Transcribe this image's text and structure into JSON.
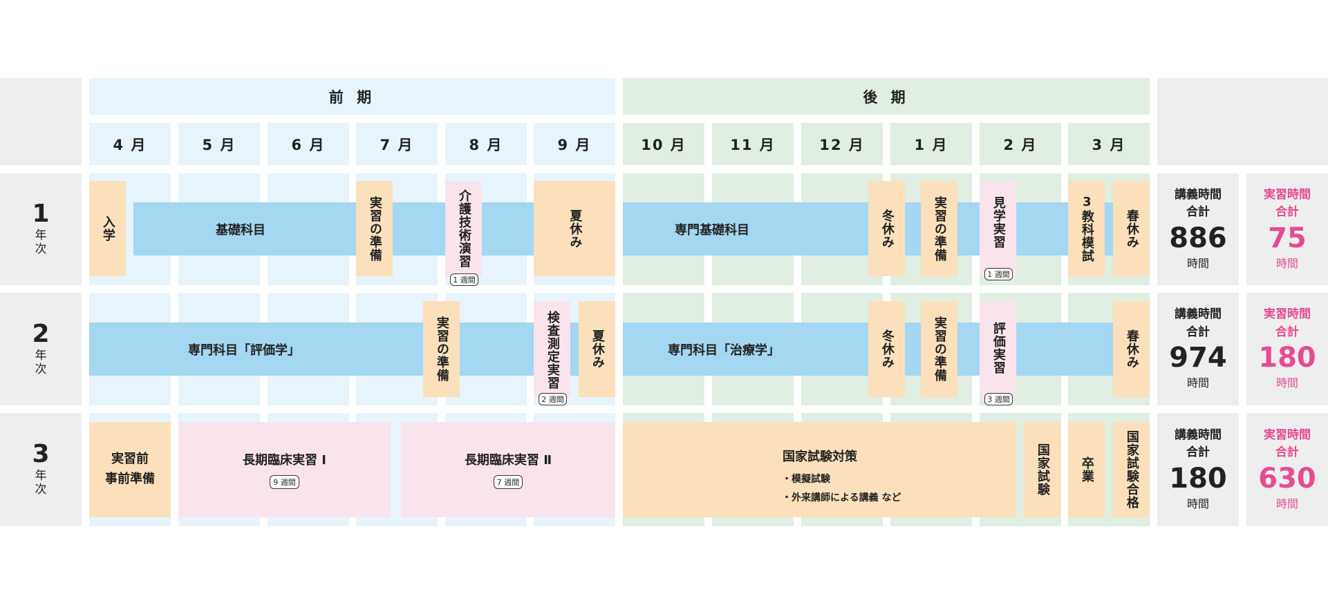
{
  "terms": {
    "first": "前 期",
    "second": "後 期"
  },
  "months": [
    "4 月",
    "5 月",
    "6 月",
    "7 月",
    "8 月",
    "9 月",
    "10 月",
    "11 月",
    "12 月",
    "1 月",
    "2 月",
    "3 月"
  ],
  "years": [
    {
      "num": "1",
      "suffix": "年\n次"
    },
    {
      "num": "2",
      "suffix": "年\n次"
    },
    {
      "num": "3",
      "suffix": "年\n次"
    }
  ],
  "row1": {
    "entrance": "入学",
    "basic_subjects": "基礎科目",
    "prep_practicum": "実習の準備",
    "care_technique": "介護技術演習",
    "care_technique_weeks": "1 週間",
    "summer_break": "夏休み",
    "specialized_basic": "専門基礎科目",
    "winter_break": "冬休み",
    "prep_practicum_2": "実習の準備",
    "observation": "見学実習",
    "observation_weeks": "1 週間",
    "mock_exam": "3教科模試",
    "spring_break": "春休み"
  },
  "row2": {
    "evaluation_subject": "専門科目「評価学」",
    "prep_practicum": "実習の準備",
    "measurement": "検査測定実習",
    "measurement_weeks": "2 週間",
    "summer_break": "夏休み",
    "therapy_subject": "専門科目「治療学」",
    "winter_break": "冬休み",
    "prep_practicum_2": "実習の準備",
    "evaluation_practicum": "評価実習",
    "evaluation_weeks": "3 週間",
    "spring_break": "春休み"
  },
  "row3": {
    "pre_practicum_line1": "実習前",
    "pre_practicum_line2": "事前準備",
    "long_clinical_1": "長期臨床実習 Ⅰ",
    "long_clinical_1_weeks": "9 週間",
    "long_clinical_2": "長期臨床実習 Ⅱ",
    "long_clinical_2_weeks": "7 週間",
    "national_exam_prep": "国家試験対策",
    "note_1": "・模擬試験",
    "note_2": "・外来講師による講義 など",
    "national_exam": "国家試験",
    "graduation": "卒業",
    "pass": "国家試験合格"
  },
  "stats": [
    {
      "lecture_label_1": "講義時間",
      "lecture_label_2": "合計",
      "lecture_hours": "886",
      "lecture_unit": "時間",
      "practice_label_1": "実習時間",
      "practice_label_2": "合計",
      "practice_hours": "75",
      "practice_unit": "時間"
    },
    {
      "lecture_label_1": "講義時間",
      "lecture_label_2": "合計",
      "lecture_hours": "974",
      "lecture_unit": "時間",
      "practice_label_1": "実習時間",
      "practice_label_2": "合計",
      "practice_hours": "180",
      "practice_unit": "時間"
    },
    {
      "lecture_label_1": "講義時間",
      "lecture_label_2": "合計",
      "lecture_hours": "180",
      "lecture_unit": "時間",
      "practice_label_1": "実習時間",
      "practice_label_2": "合計",
      "practice_hours": "630",
      "practice_unit": "時間"
    }
  ],
  "colors": {
    "first_term_bg": "#e8f4fc",
    "second_term_bg": "#e1eee2",
    "lecture_bar": "#a3d7f2",
    "break_box": "#fbe0bb",
    "practicum_box": "#f9e4ee",
    "practice_accent": "#e54b93"
  }
}
